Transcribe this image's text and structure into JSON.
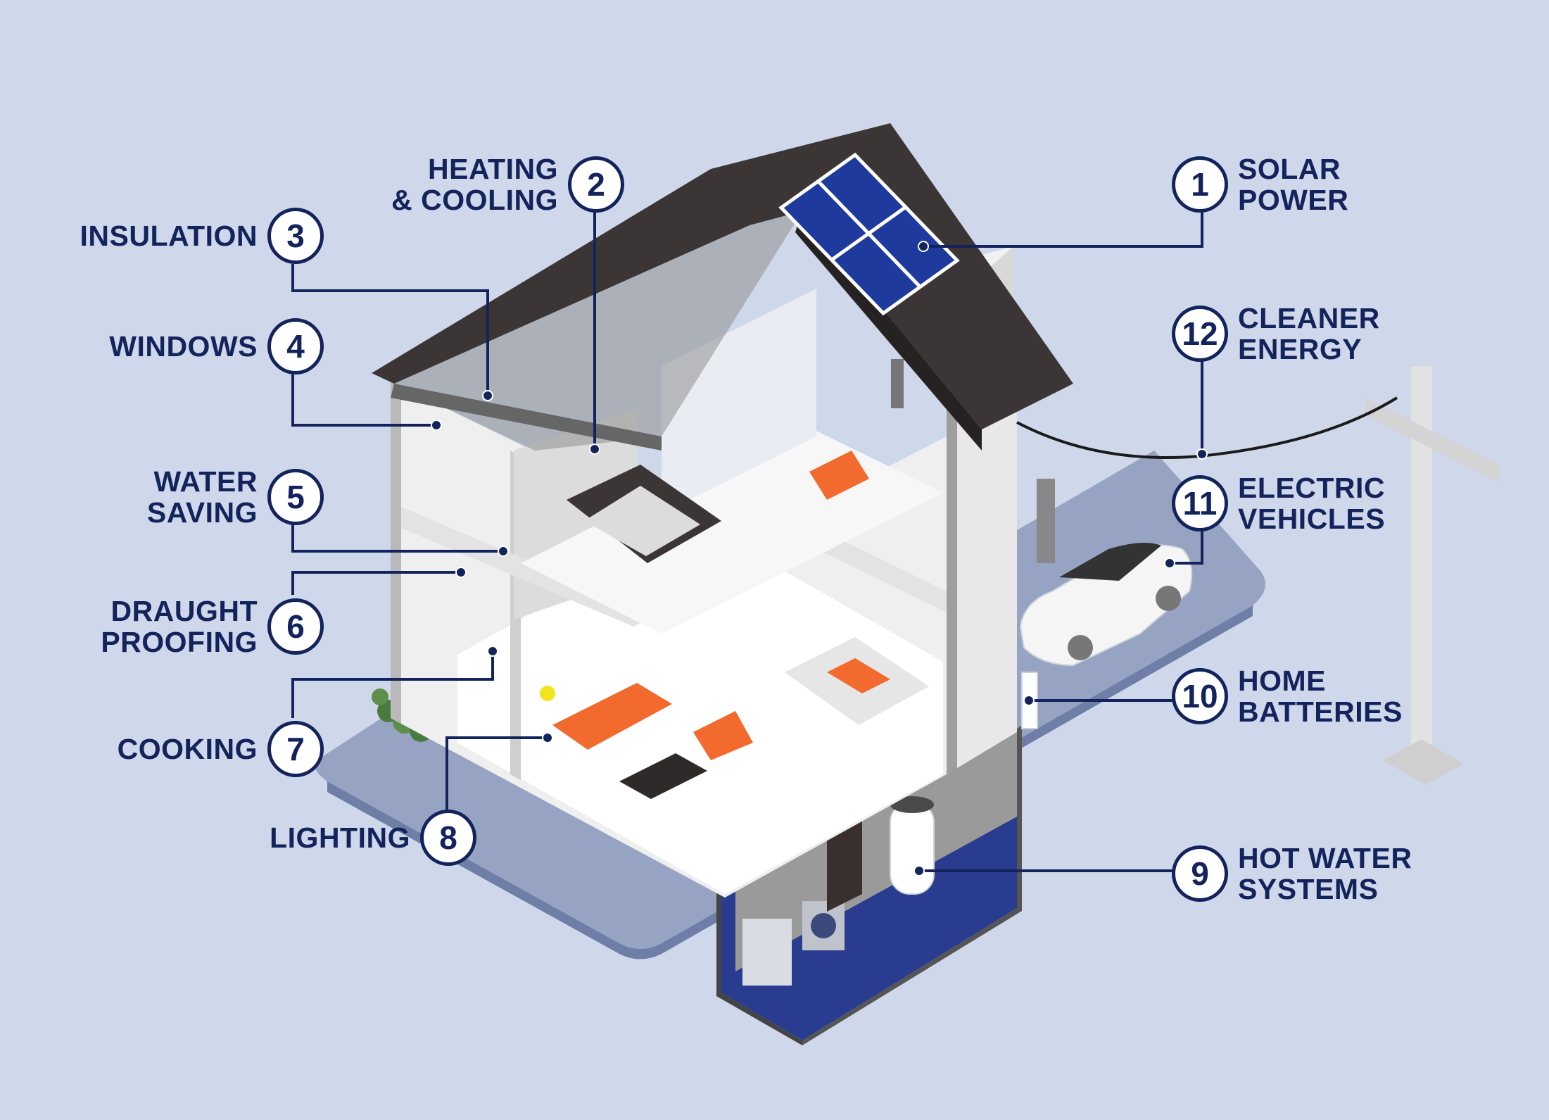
{
  "diagram": {
    "callouts": [
      {
        "number": "1",
        "lines": [
          "SOLAR",
          "POWER"
        ]
      },
      {
        "number": "2",
        "lines": [
          "HEATING",
          "& COOLING"
        ]
      },
      {
        "number": "3",
        "lines": [
          "INSULATION"
        ]
      },
      {
        "number": "4",
        "lines": [
          "WINDOWS"
        ]
      },
      {
        "number": "5",
        "lines": [
          "WATER",
          "SAVING"
        ]
      },
      {
        "number": "6",
        "lines": [
          "DRAUGHT",
          "PROOFING"
        ]
      },
      {
        "number": "7",
        "lines": [
          "COOKING"
        ]
      },
      {
        "number": "8",
        "lines": [
          "LIGHTING"
        ]
      },
      {
        "number": "9",
        "lines": [
          "HOT WATER",
          "SYSTEMS"
        ]
      },
      {
        "number": "10",
        "lines": [
          "HOME",
          "BATTERIES"
        ]
      },
      {
        "number": "11",
        "lines": [
          "ELECTRIC",
          "VEHICLES"
        ]
      },
      {
        "number": "12",
        "lines": [
          "CLEANER",
          "ENERGY"
        ]
      }
    ]
  },
  "colors": {
    "background": "#cfd8ea",
    "navy": "#13235c",
    "roof": "#3b3535",
    "solar_panel": "#1e3a9c",
    "accent_orange": "#f26a2e",
    "ground_plate": "#96a3c3"
  }
}
